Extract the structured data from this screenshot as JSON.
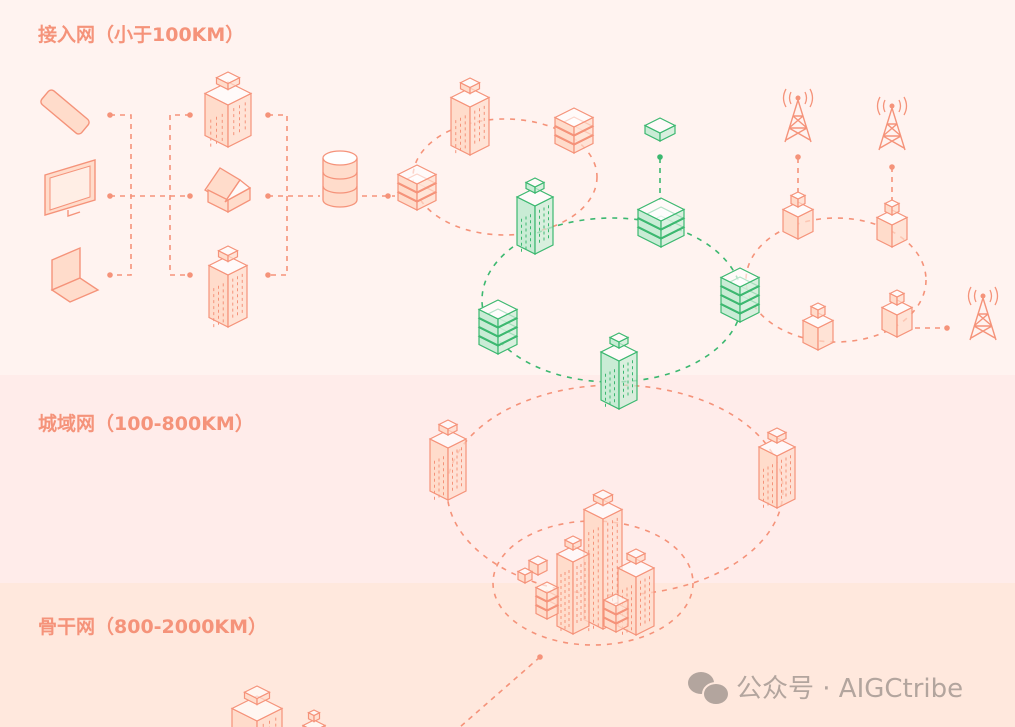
{
  "sections": {
    "access": "接入网（小于100KM）",
    "metro": "城域网（100-800KM）",
    "backbone": "骨干网（800-2000KM）"
  },
  "watermark": {
    "icon": "wechat-icon",
    "text": "公众号 · AIGCtribe"
  },
  "colors": {
    "coral": "#f5937a",
    "coral_fill": "#ffdccb",
    "green": "#3cb870",
    "green_fill": "#c9ecd5"
  }
}
